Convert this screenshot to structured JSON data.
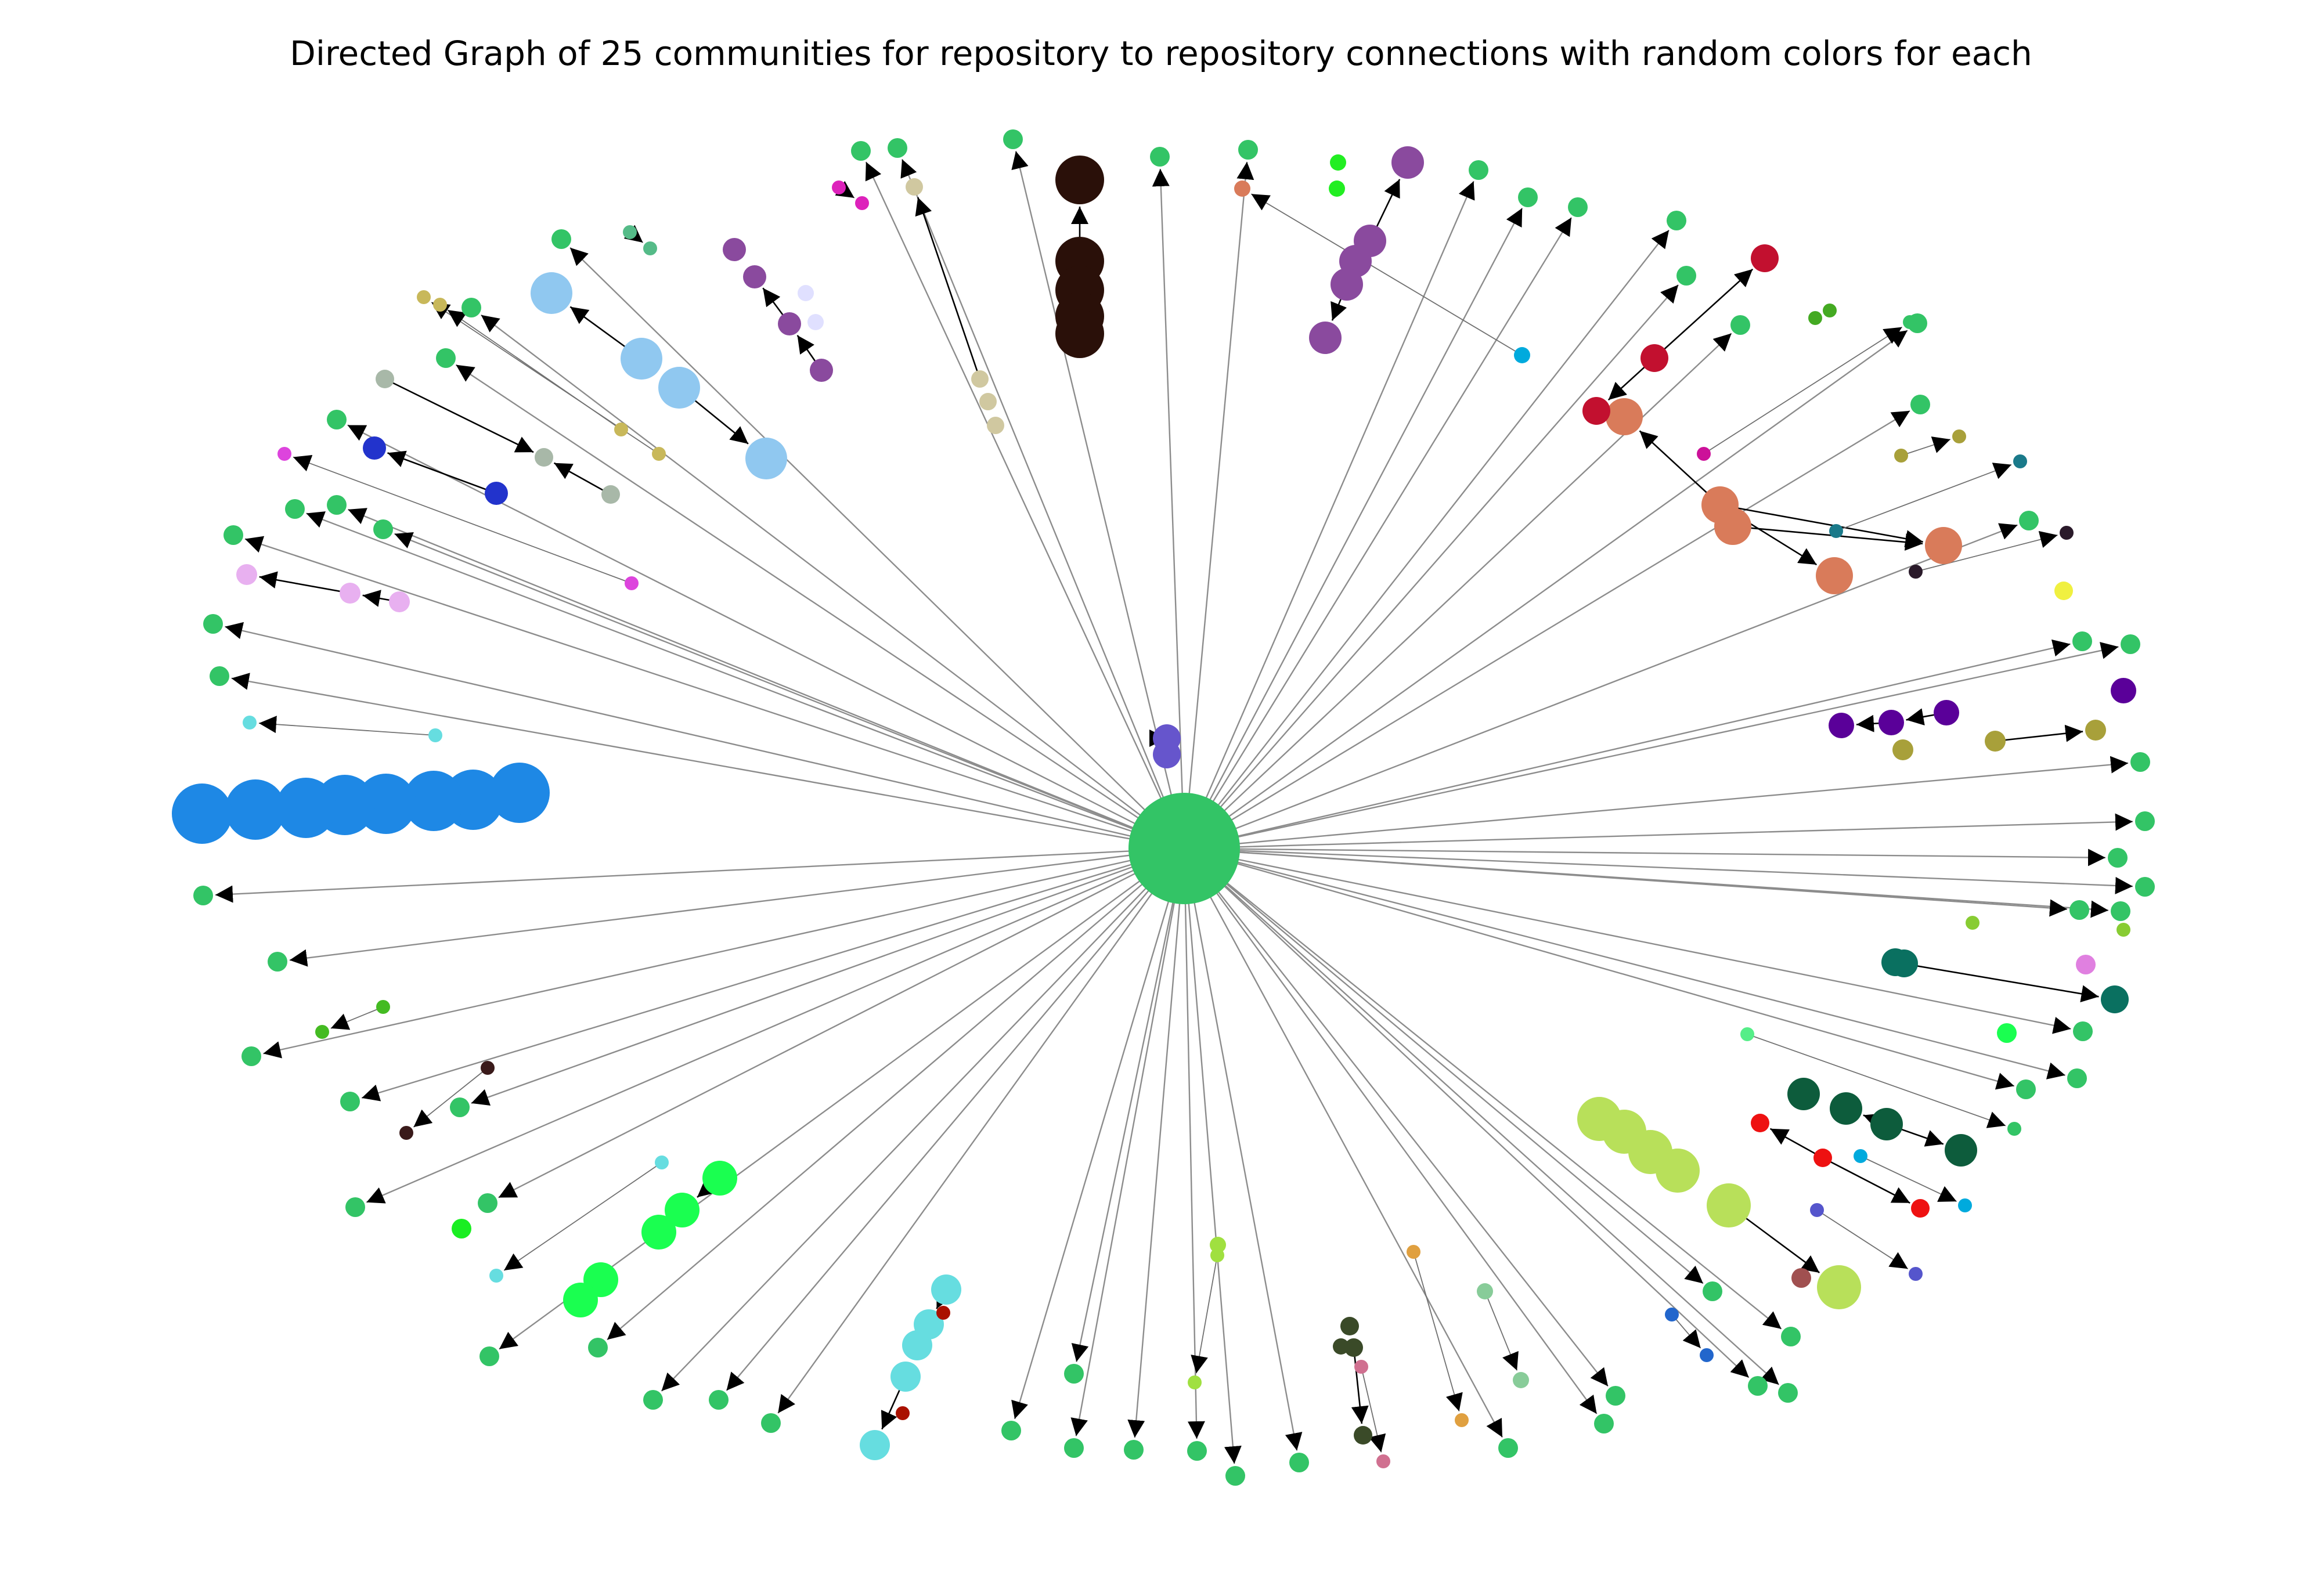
{
  "title": "Directed Graph of 25 communities for repository to repository connections with random colors for each",
  "colors": {
    "hub": "#33c466",
    "leaf": "#33c466",
    "edge": "#8c8c8c",
    "arrow": "#000000"
  },
  "chart_data": {
    "type": "network",
    "directed": true,
    "communities": 25,
    "hub": {
      "color": "#33c466",
      "description": "central repository node with outgoing edges to peripheral repositories"
    },
    "node_colors": [
      "#33c466",
      "#1e88e5",
      "#90c8f0",
      "#2a1009",
      "#8a4a9e",
      "#d97b5a",
      "#c2102f",
      "#b8e05a",
      "#0d5c3c",
      "#1aff50",
      "#66dde0",
      "#5a0099",
      "#a8a03a",
      "#0a7060",
      "#2233cc",
      "#e8b0f0",
      "#a8b8a8",
      "#d0c8a0",
      "#6655cc",
      "#ee1111",
      "#3a4a28"
    ]
  }
}
